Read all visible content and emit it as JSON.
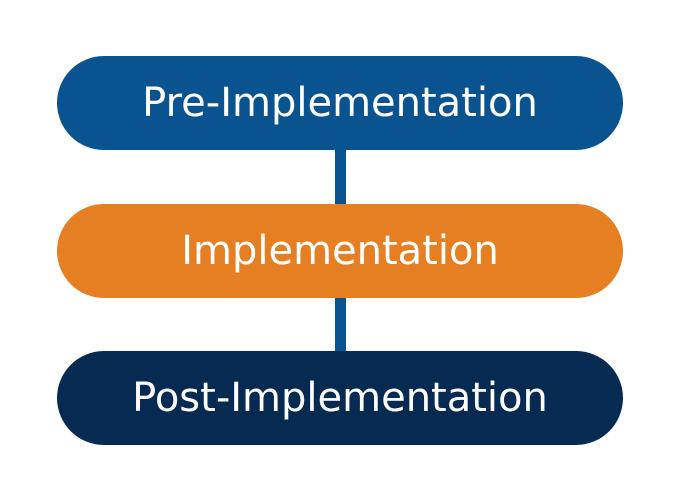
{
  "diagram": {
    "stages": [
      {
        "label": "Pre-Implementation",
        "color": "#0a5391"
      },
      {
        "label": "Implementation",
        "color": "#e57f22"
      },
      {
        "label": "Post-Implementation",
        "color": "#062a52"
      }
    ],
    "connector_color": "#0a5391"
  }
}
